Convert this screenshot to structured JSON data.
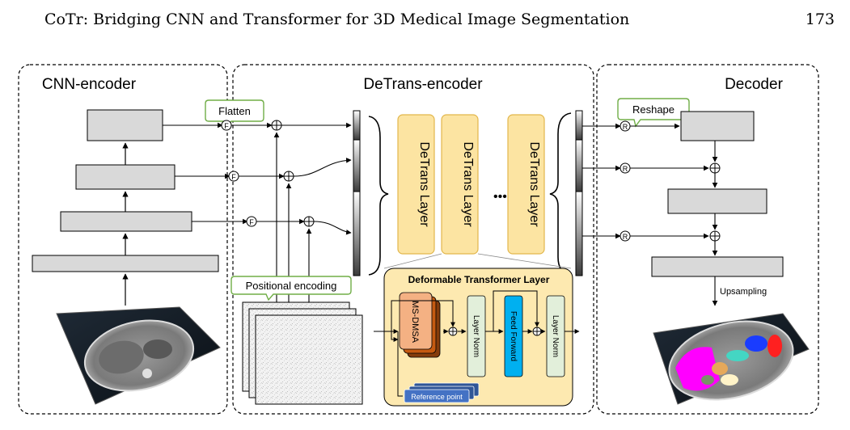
{
  "page": {
    "running_title": "CoTr: Bridging CNN and Transformer for 3D Medical Image Segmentation",
    "page_number": "173"
  },
  "panels": {
    "cnn_encoder_title": "CNN-encoder",
    "detrans_encoder_title": "DeTrans-encoder",
    "decoder_title": "Decoder"
  },
  "callouts": {
    "flatten": "Flatten",
    "reshape": "Reshape",
    "positional_encoding": "Positional encoding"
  },
  "ops": {
    "flatten_symbol": "F",
    "reshape_symbol": "R",
    "ellipsis": "•••"
  },
  "detrans_layers": {
    "layer_1": "DeTrans Layer",
    "layer_2": "DeTrans Layer",
    "layer_3": "DeTrans Layer"
  },
  "deformable_layer": {
    "title": "Deformable Transformer Layer",
    "ms_dmsa": "MS-DMSA",
    "layer_norm_1": "Layer Norm",
    "feed_forward": "Feed Forward",
    "layer_norm_2": "Layer Norm",
    "reference_point": "Reference point"
  },
  "decoder": {
    "upsampling": "Upsampling"
  },
  "colors": {
    "layer_fill": "#fce4a2",
    "layer_stroke": "#e2b64b",
    "detail_fill": "#fde9b0",
    "box_fill": "#d9d9d9",
    "callout_stroke": "#70ad47",
    "ms_dmsa_fill": "#f4b183",
    "ms_dmsa_shadow": "#c55a11",
    "layer_norm_fill": "#e2efda",
    "feed_forward_fill": "#00b0f0",
    "reference_fill": "#4472c4"
  }
}
